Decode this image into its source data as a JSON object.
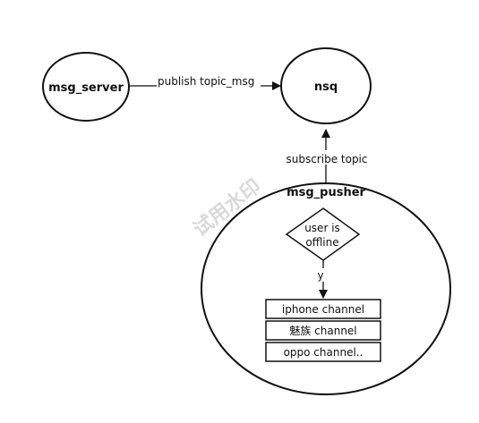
{
  "nodes": {
    "msg_server": {
      "label": "msg_server"
    },
    "nsq": {
      "label": "nsq"
    },
    "msg_pusher": {
      "label": "msg_pusher"
    },
    "decision": {
      "line1": "user is",
      "line2": "offline"
    },
    "channels": [
      {
        "label": "iphone channel"
      },
      {
        "label": "魅族 channel"
      },
      {
        "label": "oppo channel.."
      }
    ]
  },
  "edges": {
    "publish": {
      "label": "publish topic_msg"
    },
    "subscribe": {
      "label": "subscribe topic"
    },
    "yes_branch": {
      "label": "y"
    }
  },
  "watermark": {
    "text": "试用水印"
  },
  "colors": {
    "stroke": "#111111",
    "background": "#ffffff",
    "watermark": "#d9d9d9"
  }
}
